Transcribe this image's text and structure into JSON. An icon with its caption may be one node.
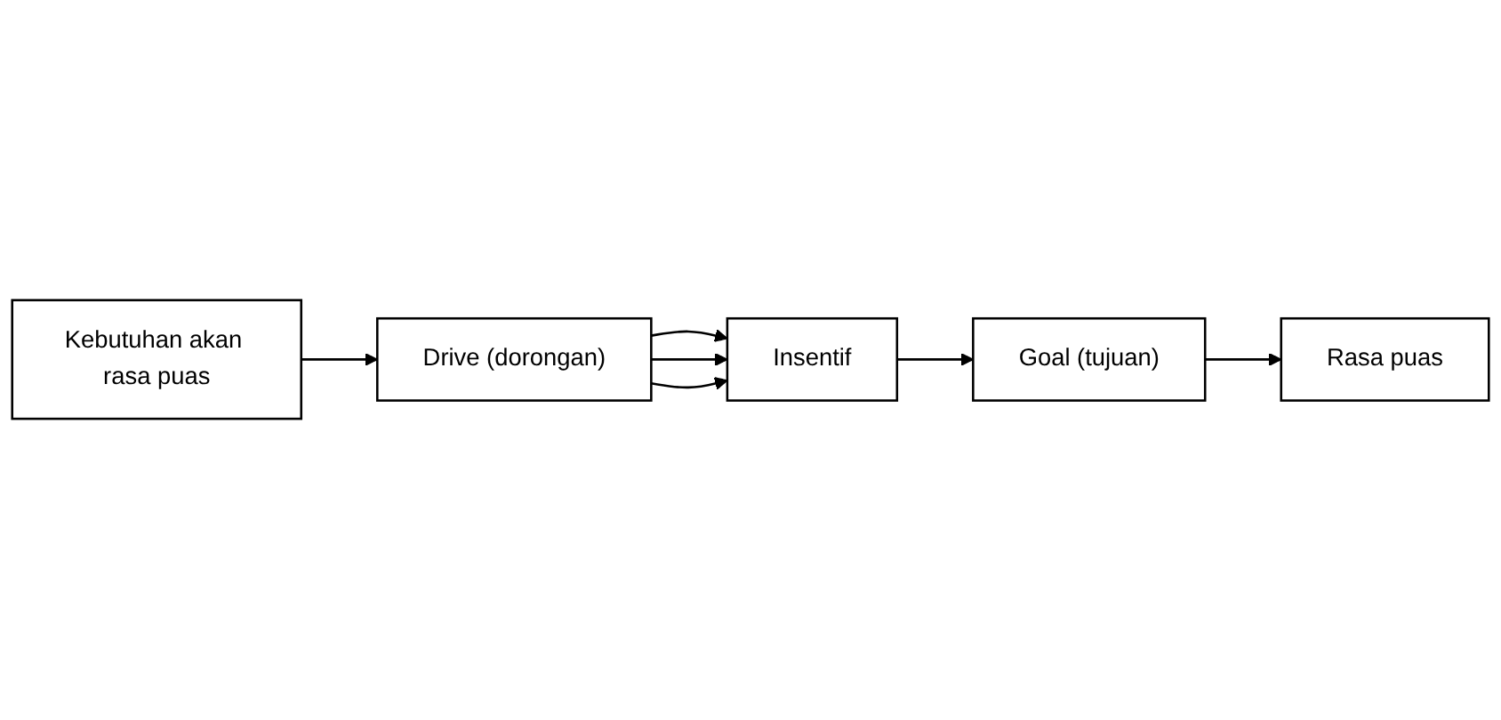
{
  "diagram": {
    "nodes": [
      {
        "text": [
          "Drive (dorongan)"
        ]
      },
      {
        "text": [
          "Insentif"
        ]
      },
      {
        "text": [
          "Goal (tujuan)"
        ]
      },
      {
        "text": [
          "Kebutuhan akan rasa puas"
        ]
      },
      {
        "text": [
          "Rasa puas"
        ]
      }
    ],
    "edges": [
      {
        "from": 0,
        "to": 1,
        "arrow": "to"
      },
      {
        "from": 0,
        "to": 1,
        "arrow": "to"
      },
      {
        "from": 0,
        "to": 1,
        "arrow": "to"
      },
      {
        "from": 1,
        "to": 2,
        "arrow": "to"
      },
      {
        "from": 3,
        "to": 0,
        "arrow": "to"
      },
      {
        "from": 2,
        "to": 4,
        "arrow": "to"
      }
    ]
  }
}
